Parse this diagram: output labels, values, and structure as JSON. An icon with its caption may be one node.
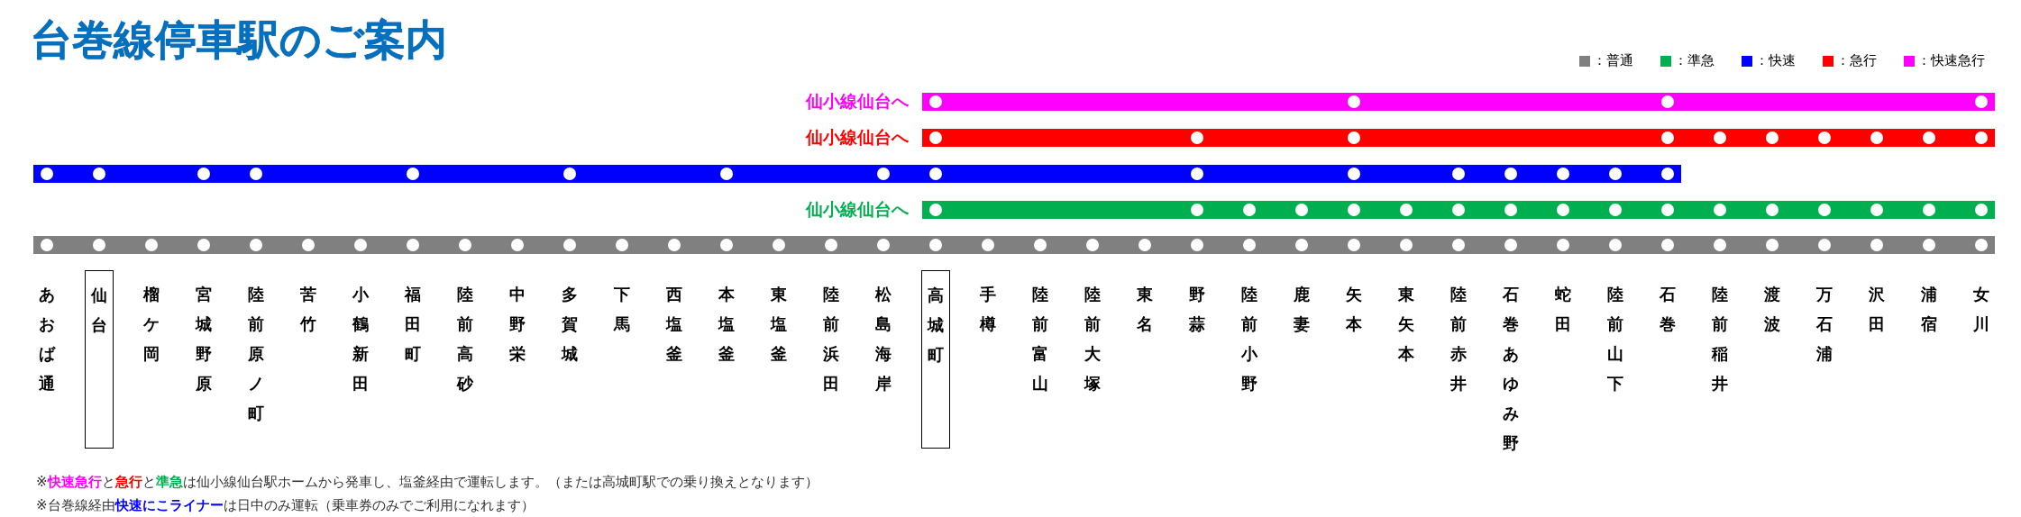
{
  "diagram": {
    "title": "台巻線停車駅のご案内",
    "nodes": [
      {
        "text": [
          "あおば通"
        ]
      },
      {
        "text": [
          "仙台"
        ]
      },
      {
        "text": [
          "榴ケ岡"
        ]
      },
      {
        "text": [
          "宮城野原"
        ]
      },
      {
        "text": [
          "陸前原ノ町"
        ]
      },
      {
        "text": [
          "苦竹"
        ]
      },
      {
        "text": [
          "小鶴新田"
        ]
      },
      {
        "text": [
          "福田町"
        ]
      },
      {
        "text": [
          "陸前高砂"
        ]
      },
      {
        "text": [
          "中野栄"
        ]
      },
      {
        "text": [
          "多賀城"
        ]
      },
      {
        "text": [
          "下馬"
        ]
      },
      {
        "text": [
          "西塩釜"
        ]
      },
      {
        "text": [
          "本塩釜"
        ]
      },
      {
        "text": [
          "東塩釜"
        ]
      },
      {
        "text": [
          "陸前浜田"
        ]
      },
      {
        "text": [
          "松島海岸"
        ]
      },
      {
        "text": [
          "高城町"
        ]
      },
      {
        "text": [
          "手樽"
        ]
      },
      {
        "text": [
          "陸前富山"
        ]
      },
      {
        "text": [
          "陸前大塚"
        ]
      },
      {
        "text": [
          "東名"
        ]
      },
      {
        "text": [
          "野蒜"
        ]
      },
      {
        "text": [
          "陸前小野"
        ]
      },
      {
        "text": [
          "鹿妻"
        ]
      },
      {
        "text": [
          "矢本"
        ]
      },
      {
        "text": [
          "東矢本"
        ]
      },
      {
        "text": [
          "陸前赤井"
        ]
      },
      {
        "text": [
          "石巻あゆみ野"
        ]
      },
      {
        "text": [
          "蛇田"
        ]
      },
      {
        "text": [
          "陸前山下"
        ]
      },
      {
        "text": [
          "石巻"
        ]
      },
      {
        "text": [
          "陸前稲井"
        ]
      },
      {
        "text": [
          "渡波"
        ]
      },
      {
        "text": [
          "万石浦"
        ]
      },
      {
        "text": [
          "沢田"
        ]
      },
      {
        "text": [
          "浦宿"
        ]
      },
      {
        "text": [
          "女川"
        ]
      }
    ],
    "labels": [
      "仙小線仙台へ",
      "仙小線仙台へ",
      "仙小線仙台へ",
      "※**快速急行**と**急行**と**準急**は仙小線仙台駅ホームから発車し、塩釜経由で運転します。（または高城町駅での乗り換えとなります）",
      "※台巻線経由**快速にこライナー**は日中のみ運転（乗車券のみでご利用になれます）"
    ],
    "legend": [
      {
        "text": "：普通",
        "color": "#808080"
      },
      {
        "text": "：準急",
        "color": "#00b050"
      },
      {
        "text": "：快速",
        "color": "#0000ff"
      },
      {
        "text": "：急行",
        "color": "#ff0000"
      },
      {
        "text": "：快速急行",
        "color": "#ff00ff"
      }
    ]
  }
}
